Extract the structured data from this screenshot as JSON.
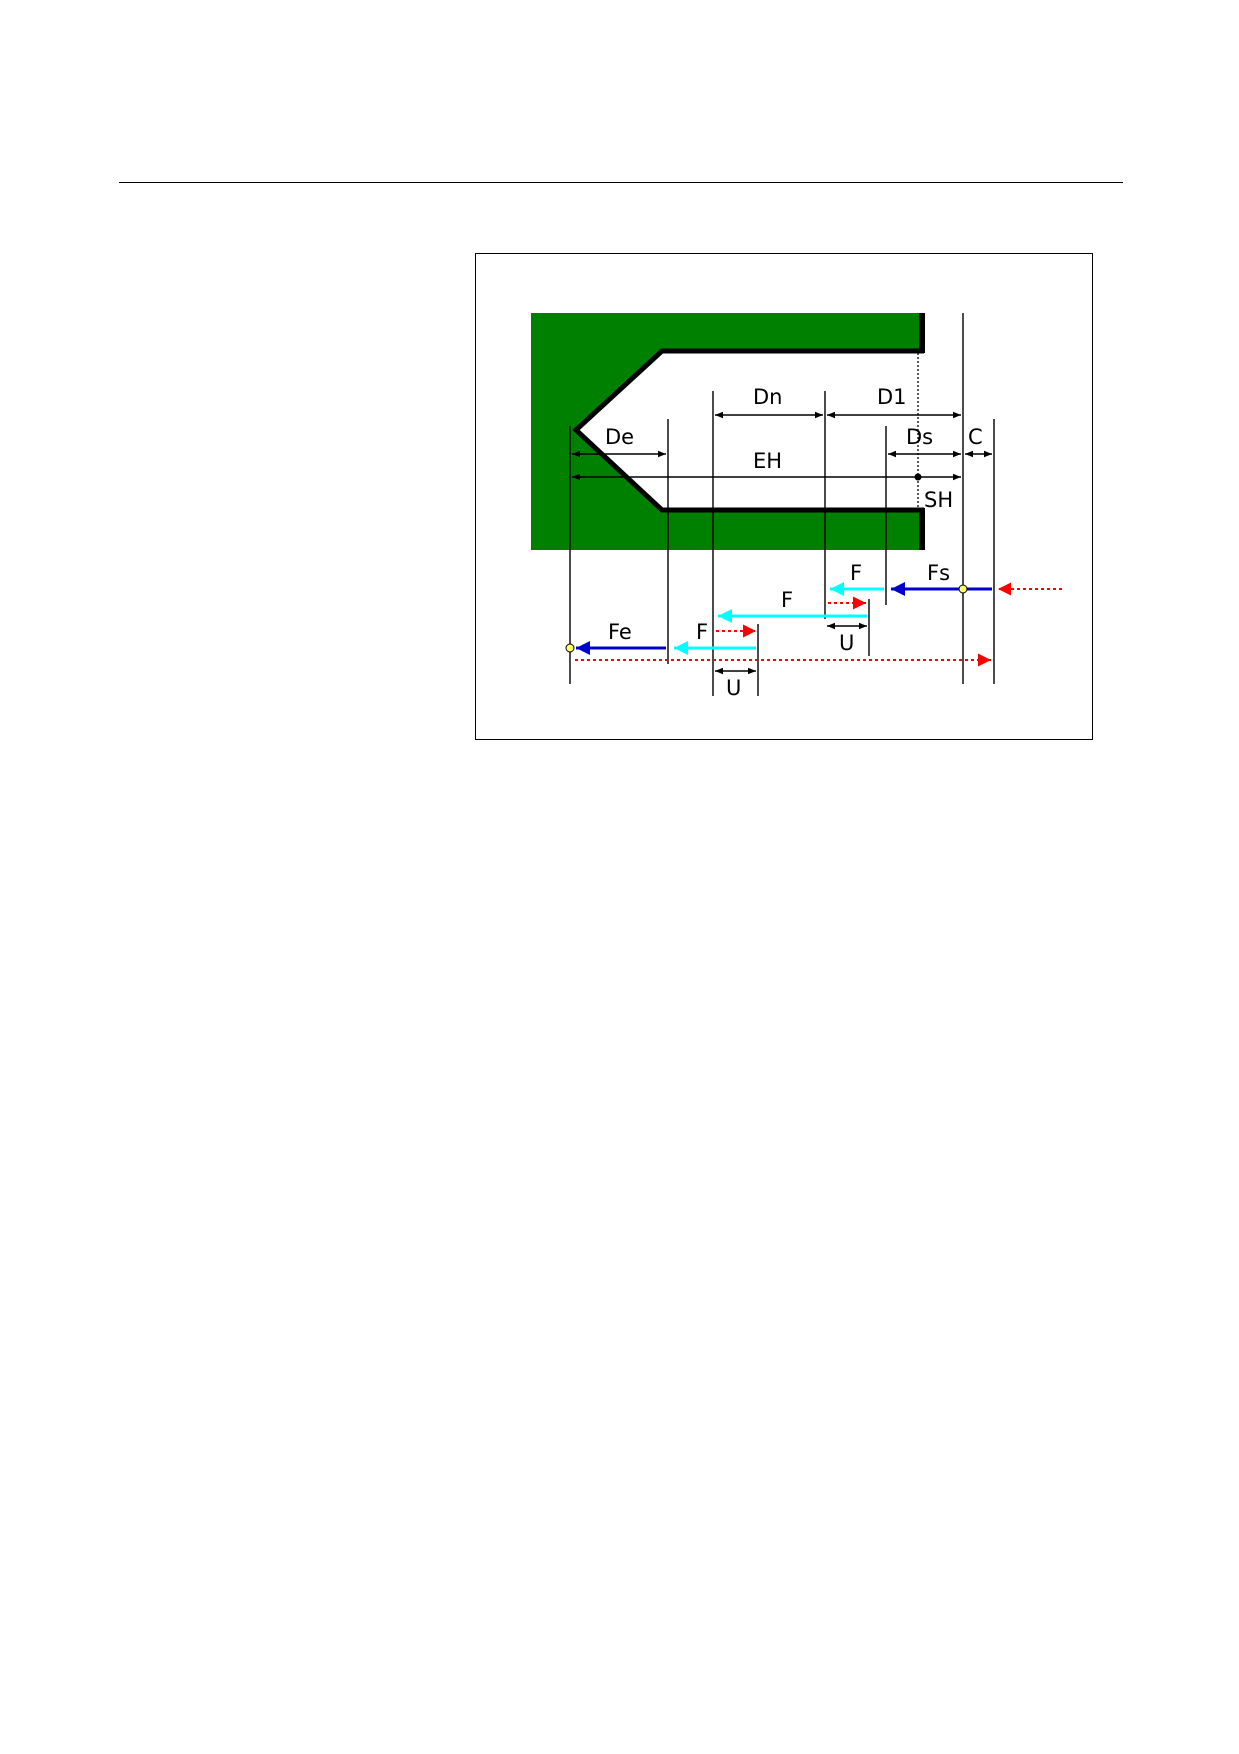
{
  "diagram": {
    "labels": {
      "dn": "Dn",
      "d1": "D1",
      "de": "De",
      "ds": "Ds",
      "c": "C",
      "eh": "EH",
      "sh": "SH",
      "f_top": "F",
      "fs": "Fs",
      "f_mid": "F",
      "u_mid": "U",
      "fe": "Fe",
      "f_low": "F",
      "u_low": "U"
    },
    "colors": {
      "workpiece": "#008000",
      "feed_arrow": "#00ffff",
      "slow_feed_arrow": "#0000cc",
      "rapid_arrow": "#ff0000",
      "point_marker": "#ffff66"
    }
  }
}
